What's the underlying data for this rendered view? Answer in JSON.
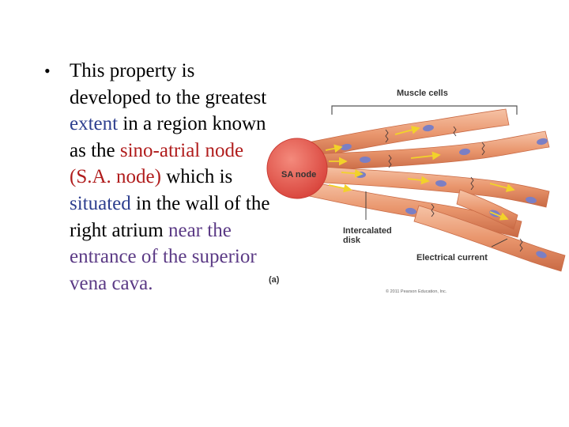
{
  "bullet": {
    "marker": "•",
    "segments": [
      {
        "text": "This property is developed to the greatest ",
        "style": "plain"
      },
      {
        "text": "extent",
        "style": "hl-blue"
      },
      {
        "text": " in a region known as the ",
        "style": "plain"
      },
      {
        "text": "sino-atrial node (S.A. node)",
        "style": "hl-red"
      },
      {
        "text": " which is ",
        "style": "plain"
      },
      {
        "text": "situated",
        "style": "hl-blue"
      },
      {
        "text": " in the wall of the right atrium ",
        "style": "plain"
      },
      {
        "text": "near the entrance of the superior vena cava.",
        "style": "hl-purple"
      }
    ]
  },
  "figure": {
    "muscle_cells_label": "Muscle cells",
    "sa_node_label": "SA node",
    "intercalated_disk_label_line1": "Intercalated",
    "intercalated_disk_label_line2": "disk",
    "electrical_current_label": "Electrical current",
    "panel_label": "(a)",
    "credit": "© 2011 Pearson Education, Inc."
  },
  "colors": {
    "fiber_fill": "#e9966d",
    "fiber_light": "#f6c3a6",
    "sa_node_fill": "#e9574d",
    "nucleus": "#7b7fc4",
    "arrow": "#f2d22a"
  }
}
